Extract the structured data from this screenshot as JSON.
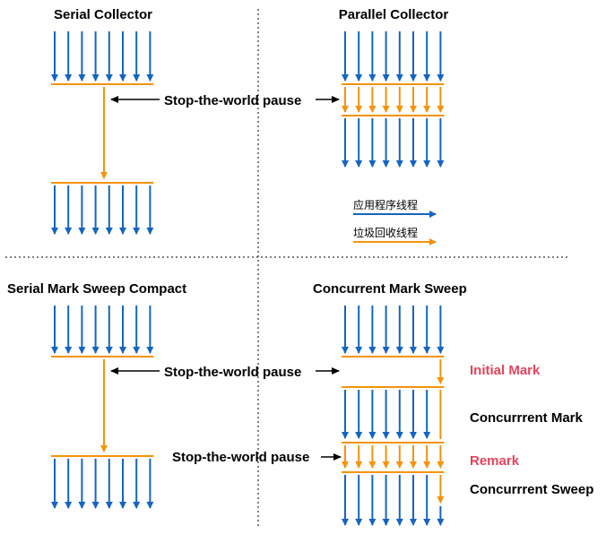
{
  "colors": {
    "application": "#1565c0",
    "gc": "#f5930b",
    "highlight": "#e8425a",
    "divider": "#000000"
  },
  "quadrants": {
    "serial": {
      "title": "Serial Collector",
      "pause_label": "Stop-the-world pause"
    },
    "parallel": {
      "title": "Parallel Collector"
    },
    "serial_mark_sweep_compact": {
      "title_segments": [
        {
          "text": "S",
          "highlight": true
        },
        {
          "text": "erial ",
          "highlight": false
        },
        {
          "text": "M",
          "highlight": true
        },
        {
          "text": "ark ",
          "highlight": false
        },
        {
          "text": "S",
          "highlight": true
        },
        {
          "text": "weep ",
          "highlight": false
        },
        {
          "text": "C",
          "highlight": true
        },
        {
          "text": "ompact",
          "highlight": false
        }
      ],
      "pause_label": "Stop-the-world pause"
    },
    "cms": {
      "title_segments": [
        {
          "text": "C",
          "highlight": true
        },
        {
          "text": "oncurrent ",
          "highlight": false
        },
        {
          "text": "M",
          "highlight": true
        },
        {
          "text": "ark ",
          "highlight": false
        },
        {
          "text": "S",
          "highlight": true
        },
        {
          "text": "weep",
          "highlight": false
        }
      ],
      "pause_label": "Stop-the-world pause",
      "phases": {
        "initial_mark": "Initial Mark",
        "concurrent_mark": "Concurrrent Mark",
        "remark": "Remark",
        "concurrent_sweep": "Concurrrent Sweep"
      }
    }
  },
  "legend": {
    "application_threads": "应用程序线程",
    "gc_threads": "垃圾回收线程"
  }
}
